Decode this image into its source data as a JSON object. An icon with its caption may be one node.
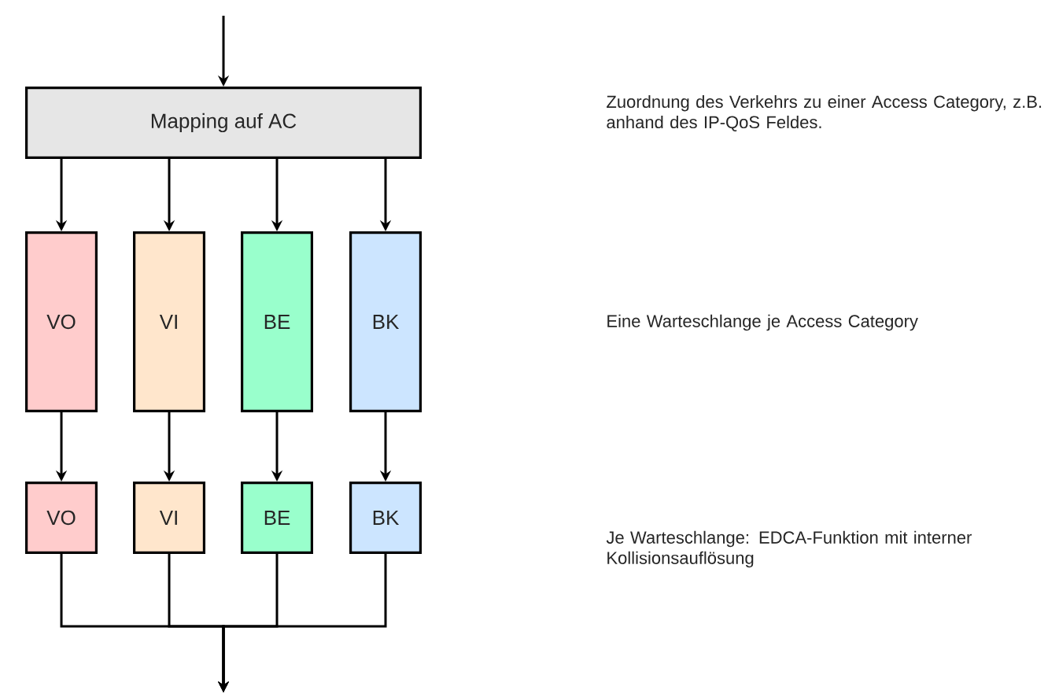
{
  "diagram": {
    "nodes": [
      {
        "text": [
          "Mapping auf AC"
        ]
      },
      {
        "text": [
          "VO"
        ]
      },
      {
        "text": [
          "VI"
        ]
      },
      {
        "text": [
          "BE"
        ]
      },
      {
        "text": [
          "BK"
        ]
      },
      {
        "text": [
          "VO"
        ]
      },
      {
        "text": [
          "VI"
        ]
      },
      {
        "text": [
          "BE"
        ]
      },
      {
        "text": [
          "BK"
        ]
      }
    ],
    "edges": [
      {
        "from": null,
        "to": 0,
        "arrow": "to"
      },
      {
        "from": 0,
        "to": 1,
        "arrow": "to"
      },
      {
        "from": 0,
        "to": 2,
        "arrow": "to"
      },
      {
        "from": 0,
        "to": 3,
        "arrow": "to"
      },
      {
        "from": 0,
        "to": 4,
        "arrow": "to"
      },
      {
        "from": 1,
        "to": 5,
        "arrow": "to"
      },
      {
        "from": 2,
        "to": 6,
        "arrow": "to"
      },
      {
        "from": 3,
        "to": 7,
        "arrow": "to"
      },
      {
        "from": 4,
        "to": 8,
        "arrow": "to"
      },
      {
        "from": 5,
        "to": null,
        "arrow": "to"
      },
      {
        "from": 6,
        "to": null,
        "arrow": "to"
      },
      {
        "from": 7,
        "to": null,
        "arrow": "to"
      },
      {
        "from": 8,
        "to": null,
        "arrow": "to"
      }
    ],
    "labels": [
      "Zuordnung des Verkehrs zu einer Access Category, z.B. anhand des IP-QoS Feldes.",
      "Eine Warteschlange je Access Category",
      "Je Warteschlange: EDCA-Funktion mit interner Kollisionsauflösung"
    ]
  }
}
